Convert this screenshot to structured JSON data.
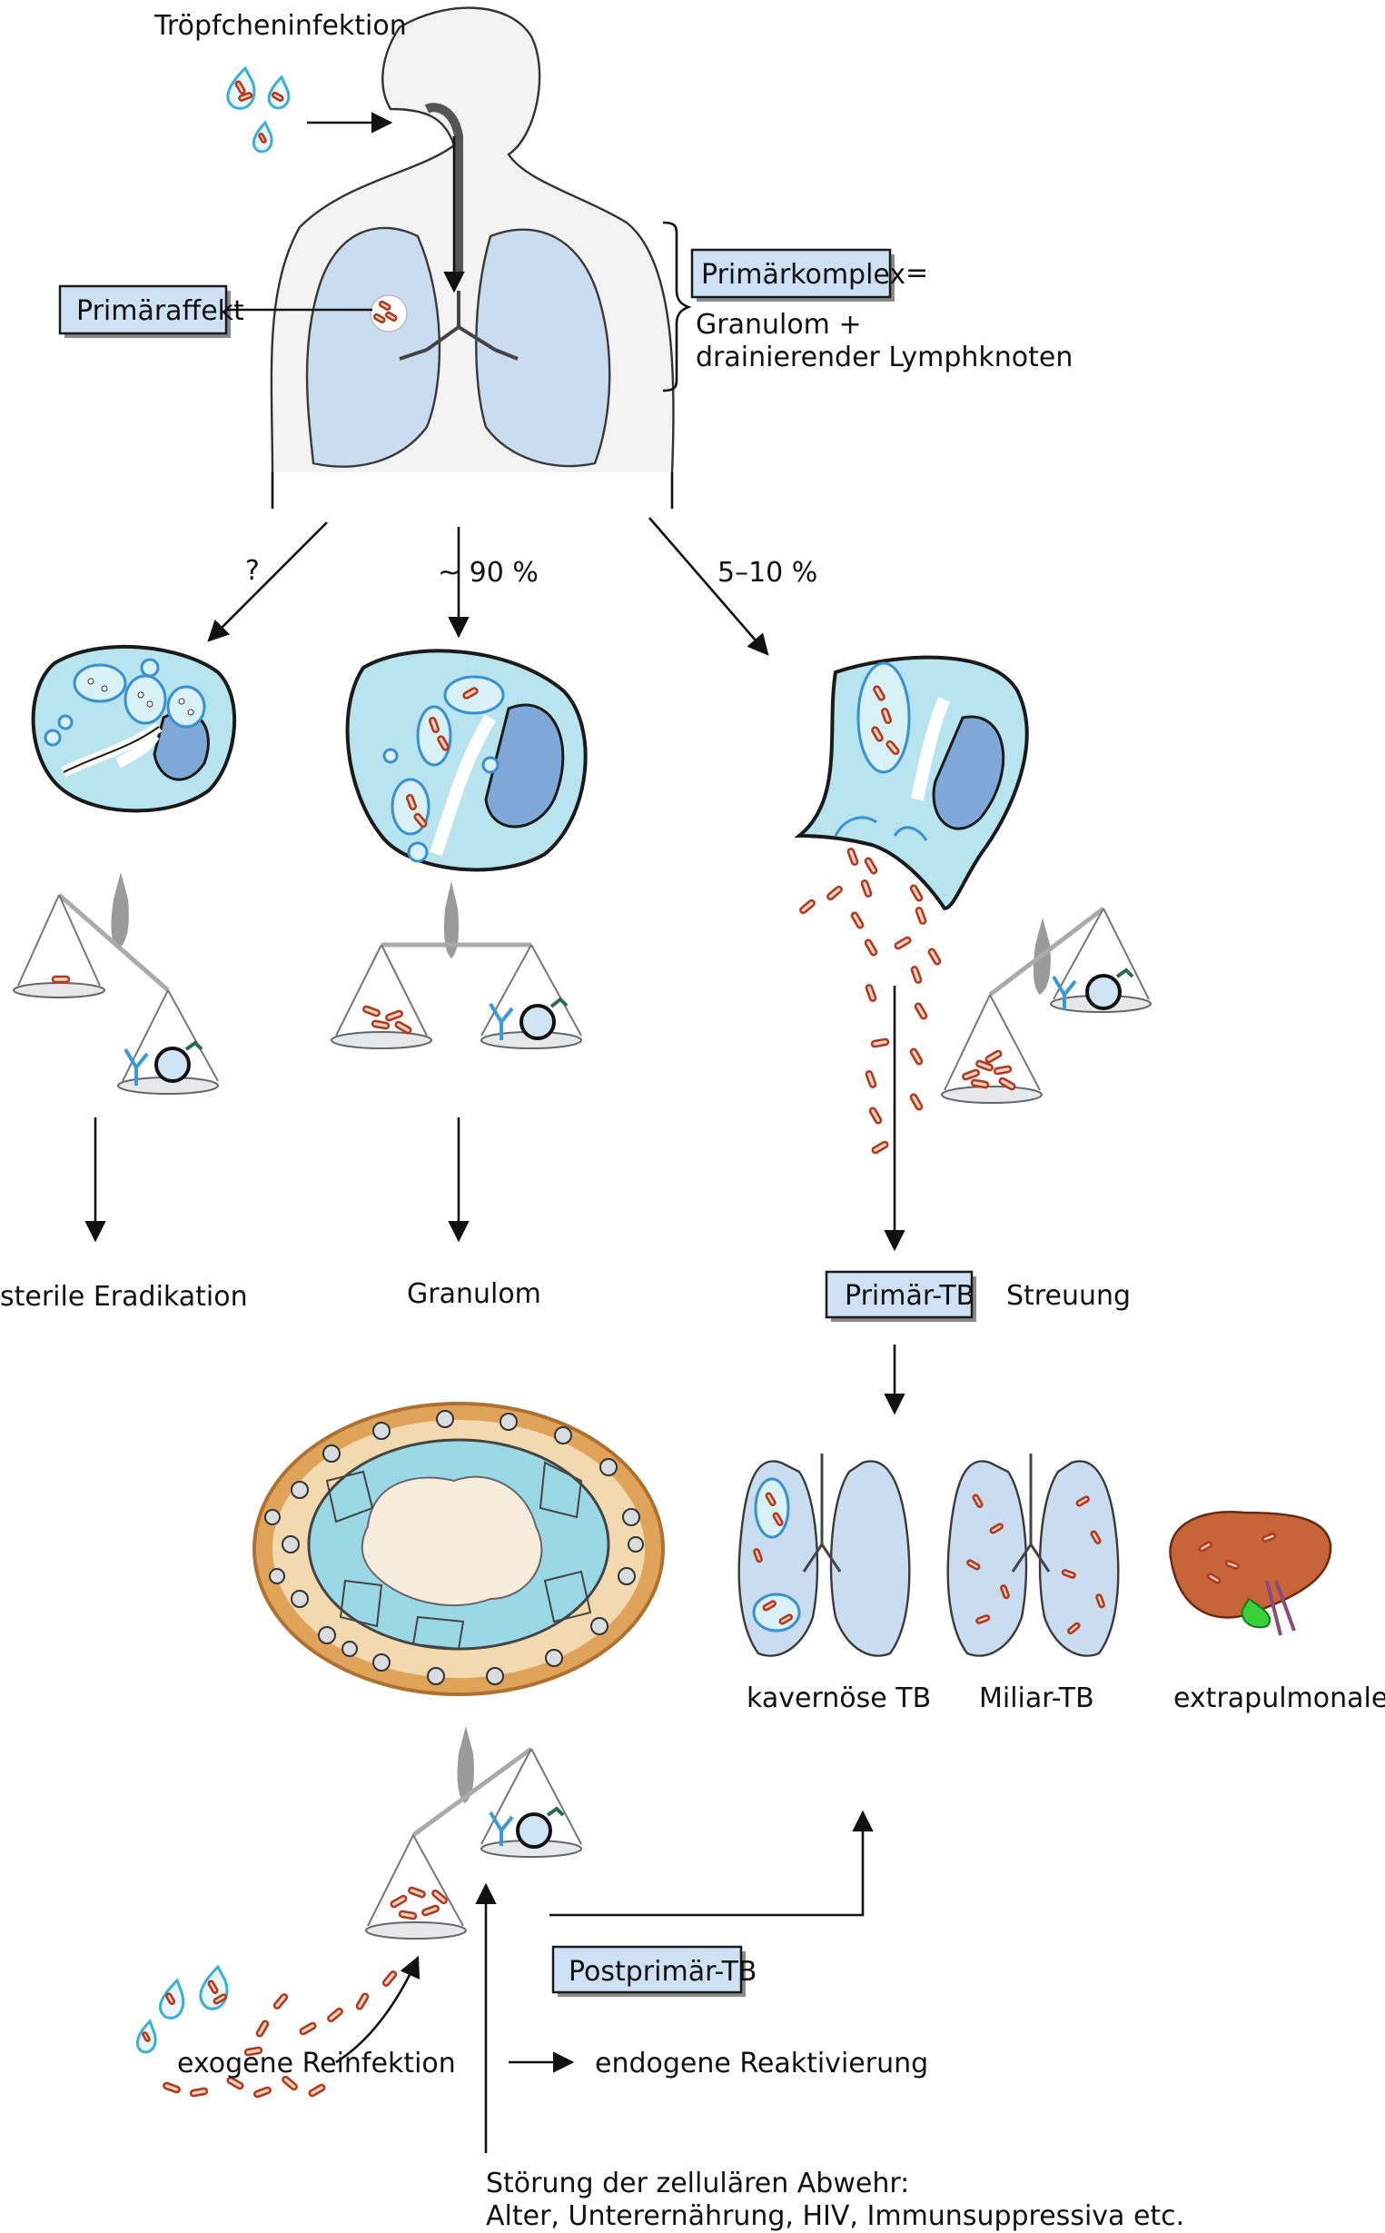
{
  "labels": {
    "droplet": "Tröpfcheninfektion",
    "primary_affect": "Primäraffekt",
    "primary_complex": "Primärkomplex",
    "equals": "=",
    "complex_def_1": "Granulom +",
    "complex_def_2": "drainierender Lymphknoten",
    "branch_unknown": "?",
    "branch_main": "~  90 %",
    "branch_minor": "5–10 %",
    "outcome_sterile": "sterile Eradikation",
    "outcome_granuloma": "Granulom",
    "primary_tb": "Primär-TB",
    "spread": "Streuung",
    "cavernous": "kavernöse TB",
    "miliary": "Miliar-TB",
    "extrapulmonary": "extrapulmonale TB",
    "postprimary_tb": "Postprimär-TB",
    "exogenous": "exogene Reinfektion",
    "endogenous": "endogene Reaktivierung",
    "immune_1": "Störung der zellulären Abwehr:",
    "immune_2": "Alter, Unterernährung, HIV, Immunsuppressiva etc."
  },
  "colors": {
    "box_fill": "#cfe1f5",
    "bacteria": "#b4381c",
    "lung": "#c9dcf0",
    "cell": "#b8e4ef",
    "granuloma_rim": "#e0a35a",
    "liver": "#c8643a",
    "gallbladder": "#38d13a"
  },
  "icons": [
    "droplet-icon",
    "body-lungs-icon",
    "macrophage-icon",
    "balance-scale-icon",
    "granuloma-icon",
    "lungs-icon",
    "liver-icon"
  ]
}
